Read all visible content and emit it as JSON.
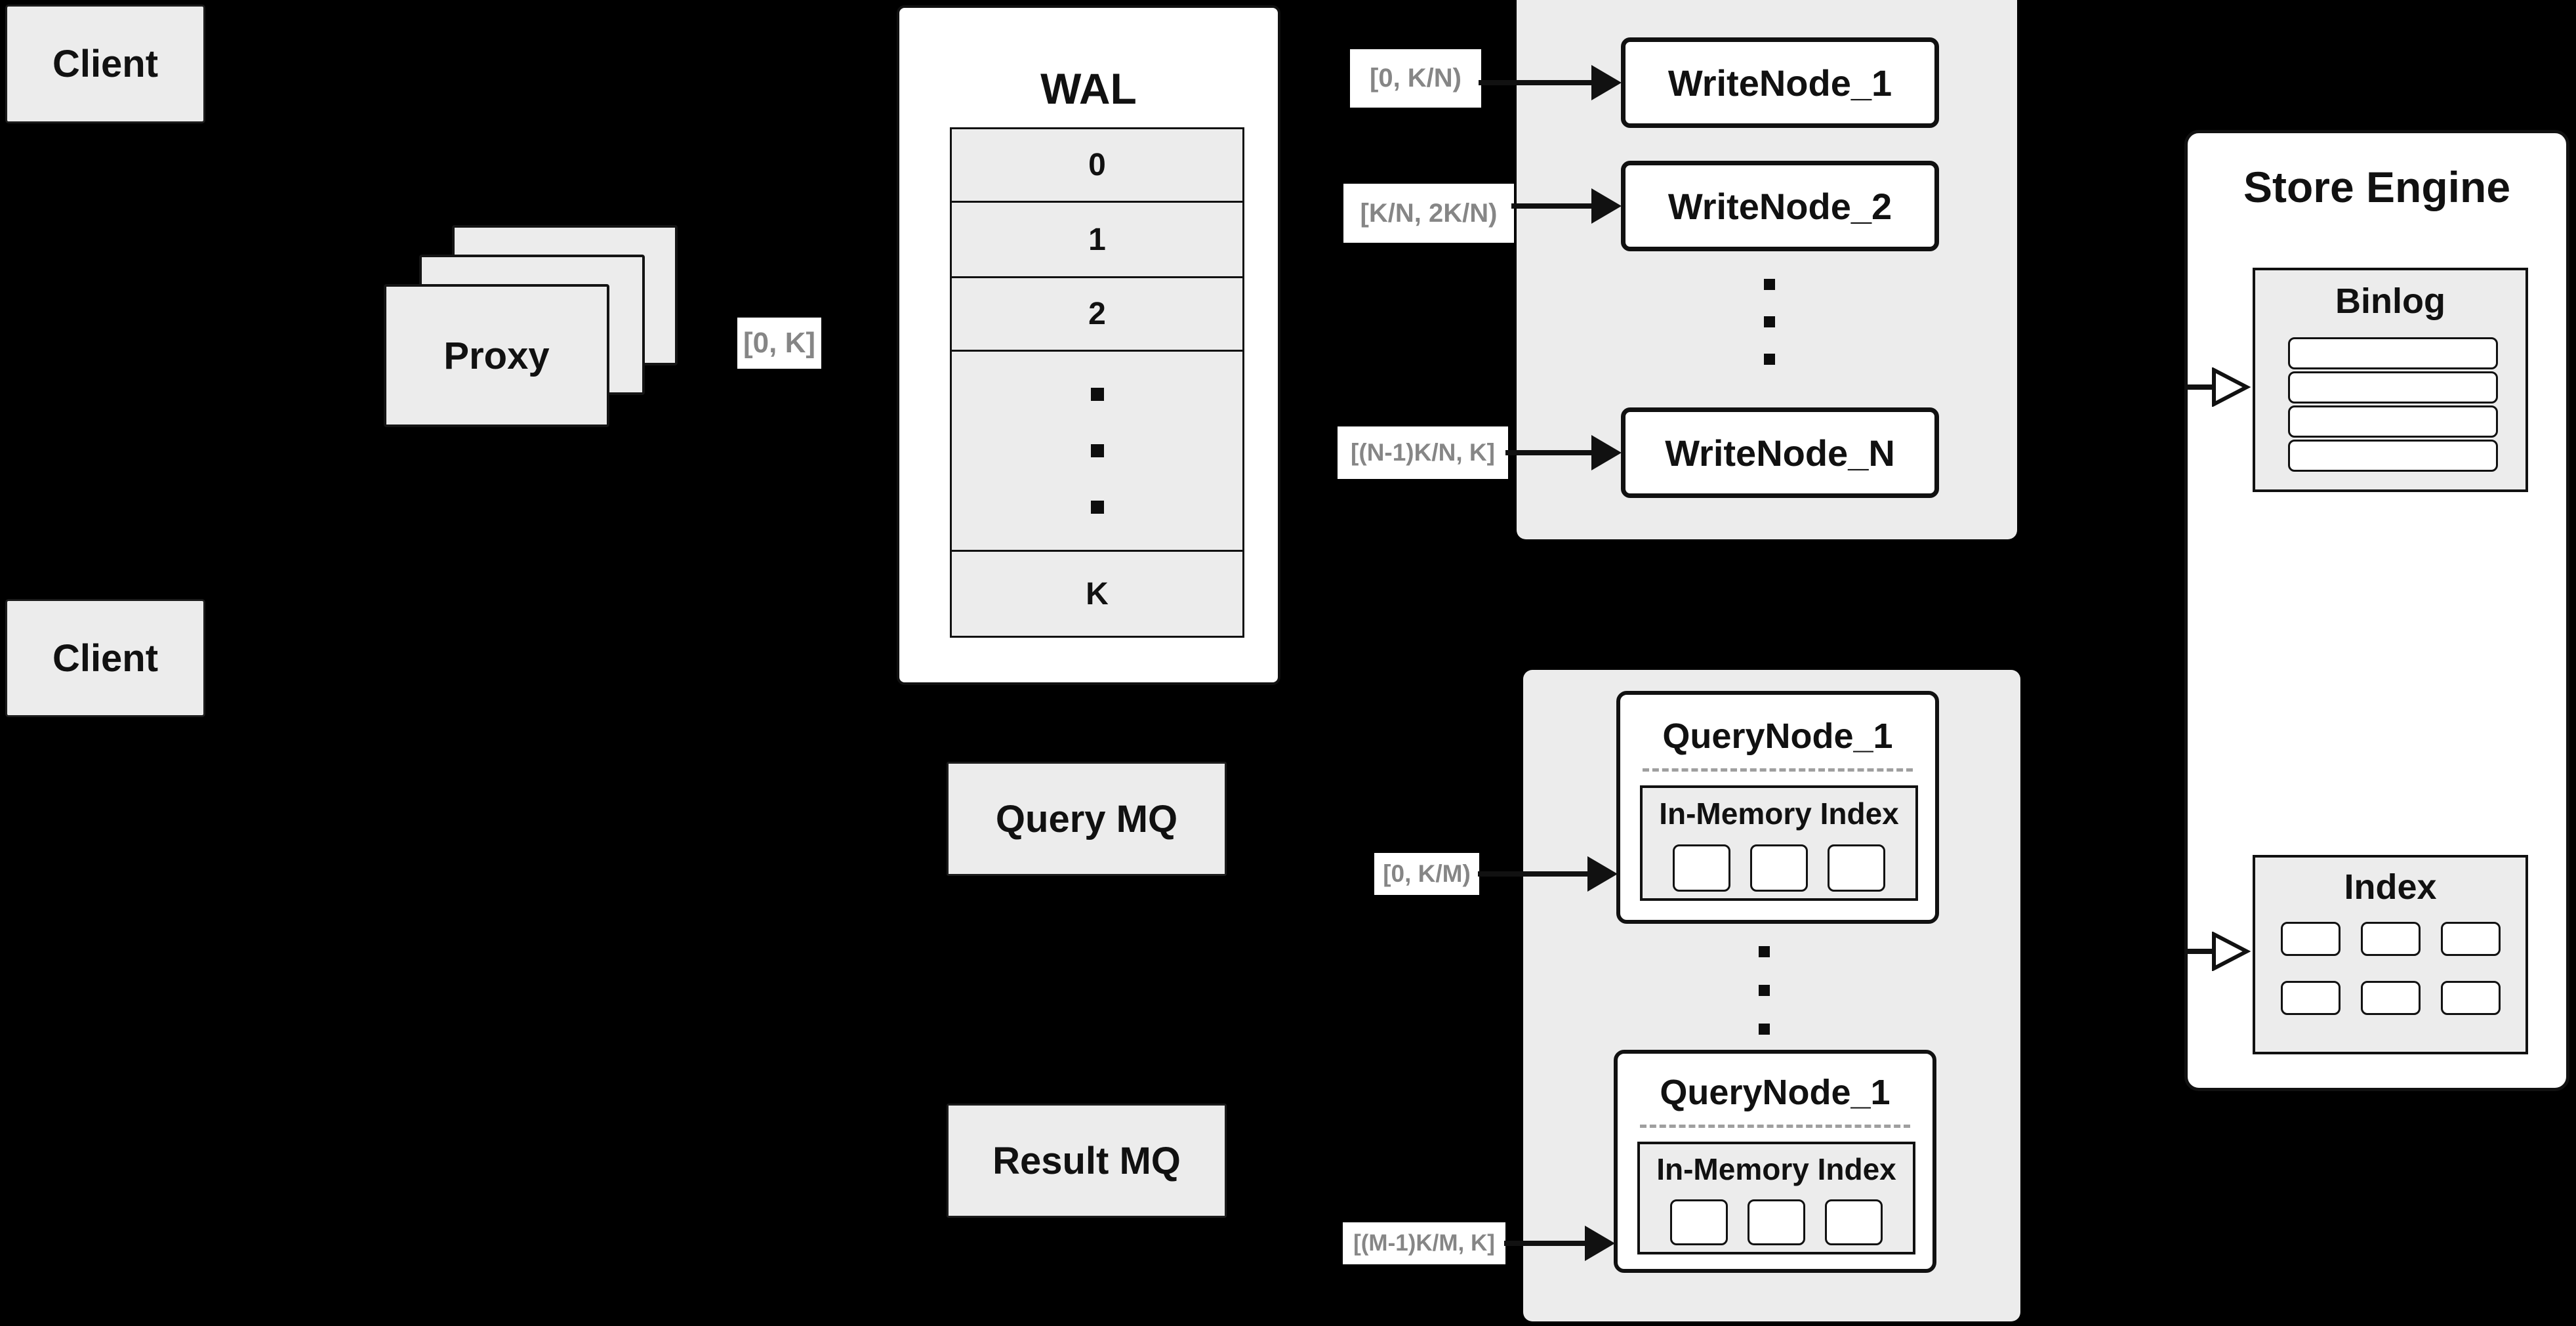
{
  "colors": {
    "background": "#000000",
    "panel_gray": "#ececec",
    "box_white": "#ffffff",
    "line_black": "#111111",
    "range_label_text": "#868686",
    "dashed_divider": "#9f9f9f"
  },
  "clients": {
    "top": "Client",
    "bottom": "Client"
  },
  "proxy": {
    "label": "Proxy"
  },
  "labels": {
    "proxy_range": "[0, K]",
    "write": [
      "[0, K/N)",
      "[K/N, 2K/N)",
      "[(N-1)K/N, K]"
    ],
    "query": [
      "[0, K/M)",
      "[(M-1)K/M, K]"
    ]
  },
  "wal": {
    "title": "WAL",
    "rows": [
      "0",
      "1",
      "2"
    ],
    "last_row": "K"
  },
  "write_nodes": [
    "WriteNode_1",
    "WriteNode_2",
    "WriteNode_N"
  ],
  "mq": {
    "query": "Query MQ",
    "result": "Result MQ"
  },
  "query_nodes": [
    {
      "title": "QueryNode_1",
      "panel_title": "In-Memory Index"
    },
    {
      "title": "QueryNode_1",
      "panel_title": "In-Memory Index"
    }
  ],
  "store_engine": {
    "title": "Store Engine",
    "binlog_title": "Binlog",
    "index_title": "Index"
  }
}
